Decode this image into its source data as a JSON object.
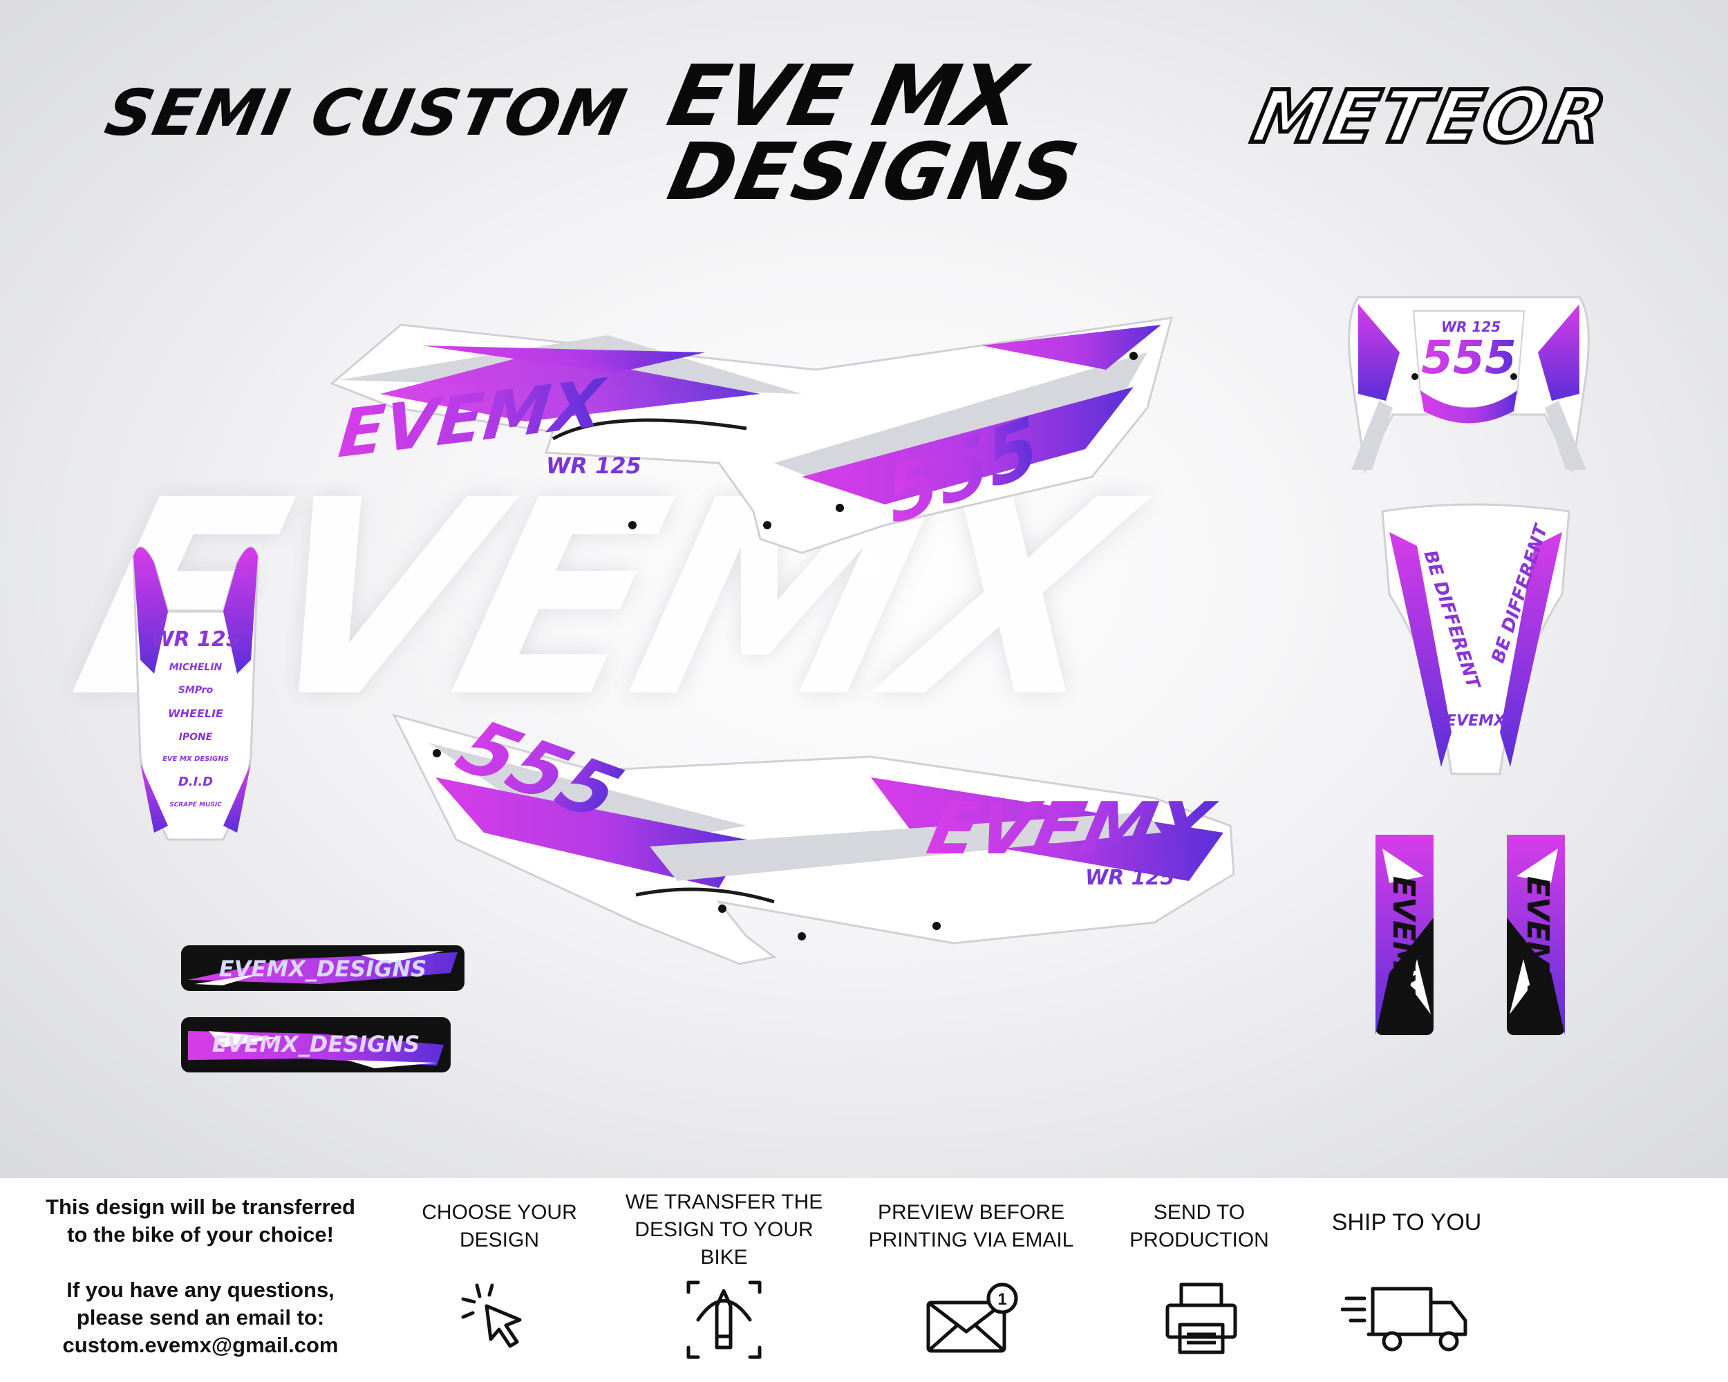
{
  "header": {
    "left_title": "SEMI CUSTOM",
    "brand_line1": "EVE MX",
    "brand_line2": "DESIGNS",
    "right_title": "METEOR"
  },
  "watermark": "EVEMX",
  "kit": {
    "brand_text": "EVEMX",
    "number": "555",
    "model_badge": "WR 125",
    "slogan": "BE DIFFERENT",
    "swingarm_text": "EVEMX_DESIGNS",
    "fork_text": "EVEMX",
    "sponsors": [
      "MICHELIN",
      "SMPro",
      "WHEELIE",
      "IPONE",
      "EVE MX DESIGNS",
      "D.I.D",
      "SCRAPE MUSIC"
    ],
    "colors": {
      "primary": "#c23ae8",
      "secondary": "#5b2fd8",
      "accent_gray": "#b9bcc4",
      "base": "#ffffff"
    }
  },
  "footer": {
    "info_line1": "This design will be transferred\nto the bike of your choice!",
    "info_line2": "If you have any questions,\nplease send an email to:",
    "email": "custom.evemx@gmail.com",
    "steps": [
      {
        "label": "CHOOSE YOUR\nDESIGN",
        "icon": "cursor-click-icon"
      },
      {
        "label": "WE TRANSFER THE\nDESIGN TO YOUR\nBIKE",
        "icon": "pen-tool-icon"
      },
      {
        "label": "PREVIEW BEFORE\nPRINTING VIA EMAIL",
        "icon": "email-icon",
        "badge": "1"
      },
      {
        "label": "SEND TO\nPRODUCTION",
        "icon": "printer-icon"
      },
      {
        "label": "SHIP TO YOU",
        "icon": "delivery-truck-icon"
      }
    ]
  }
}
